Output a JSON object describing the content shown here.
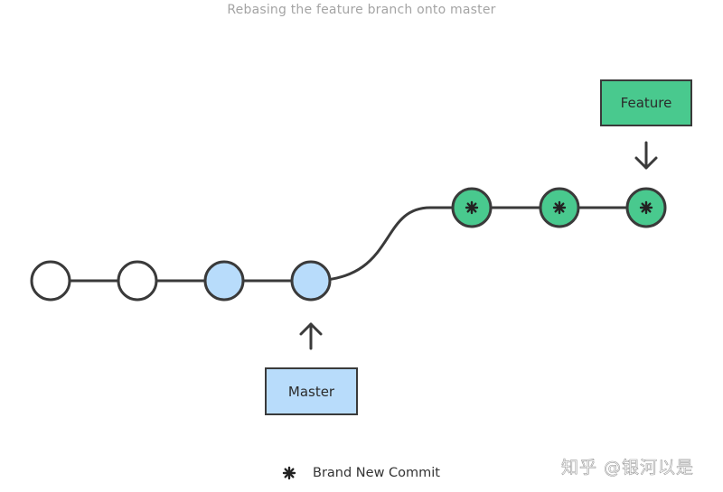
{
  "title": "Rebasing the feature branch onto master",
  "branches": {
    "feature": {
      "label": "Feature",
      "color": "#49c98e"
    },
    "master": {
      "label": "Master",
      "color": "#b8dcfb"
    }
  },
  "commits": {
    "old": {
      "count": 2,
      "fill": "#ffffff"
    },
    "master": {
      "count": 2,
      "fill": "#b8dcfb"
    },
    "new_feature": {
      "count": 3,
      "fill": "#49c98e",
      "marker": "asterisk-icon"
    }
  },
  "legend": {
    "marker": "asterisk-icon",
    "label": "Brand New Commit"
  },
  "watermark": "知乎 @银河以是",
  "colors": {
    "stroke": "#3a3a3a",
    "title": "#a4a4a4"
  }
}
